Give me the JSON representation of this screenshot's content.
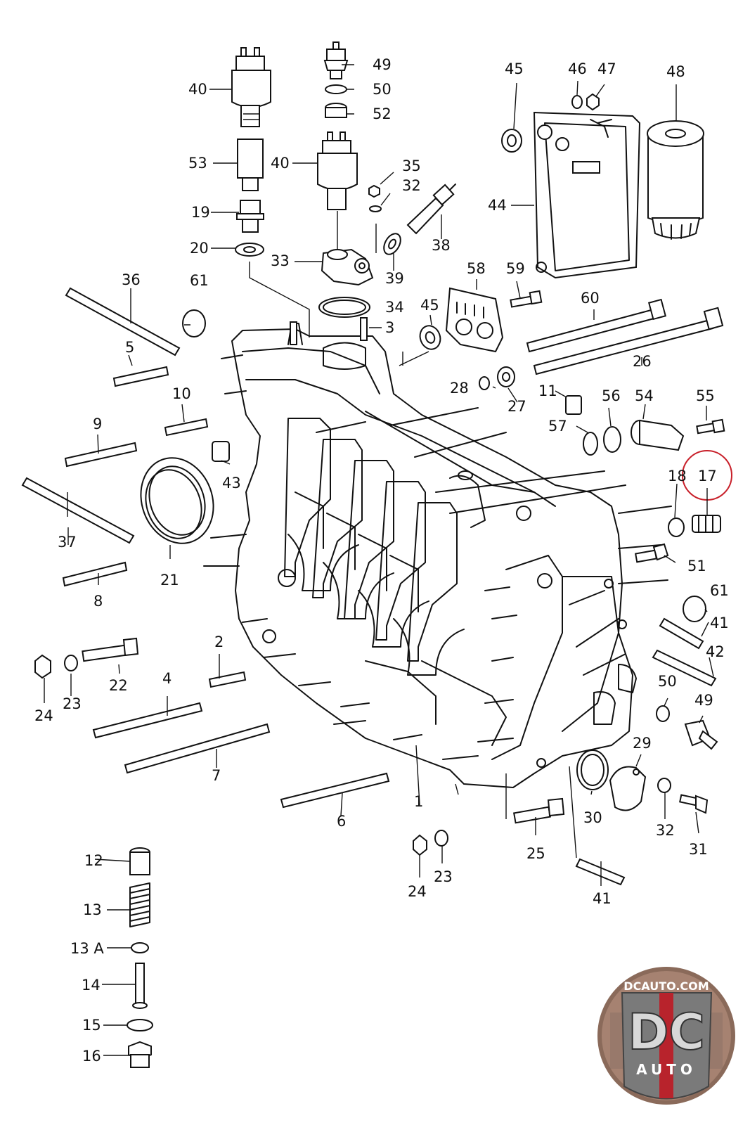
{
  "colors": {
    "line": "#111111",
    "highlight": "#c8202a",
    "logo_red": "#b8232c",
    "logo_grey": "#6e6e6e"
  },
  "highlighted_callout": "17",
  "logo": {
    "text_top": "DCAUTO.COM",
    "letters": "DC",
    "text_bottom": "AUTO"
  },
  "callouts": {
    "n1": "1",
    "n2": "2",
    "n3": "3",
    "n4": "4",
    "n5": "5",
    "n6": "6",
    "n7": "7",
    "n8": "8",
    "n9": "9",
    "n10": "10",
    "n11": "11",
    "n12": "12",
    "n13": "13",
    "n13a": "13 A",
    "n14": "14",
    "n15": "15",
    "n16": "16",
    "n17": "17",
    "n18": "18",
    "n19": "19",
    "n20": "20",
    "n21": "21",
    "n22": "22",
    "n23a": "23",
    "n23b": "23",
    "n24a": "24",
    "n24b": "24",
    "n25": "25",
    "n26": "26",
    "n27": "27",
    "n28": "28",
    "n29": "29",
    "n30": "30",
    "n31": "31",
    "n32a": "32",
    "n32b": "32",
    "n33": "33",
    "n34": "34",
    "n35": "35",
    "n36": "36",
    "n37": "37",
    "n38": "38",
    "n39": "39",
    "n40a": "40",
    "n40b": "40",
    "n41a": "41",
    "n41b": "41",
    "n42": "42",
    "n43": "43",
    "n44": "44",
    "n45a": "45",
    "n45b": "45",
    "n46": "46",
    "n47": "47",
    "n48": "48",
    "n49a": "49",
    "n49b": "49",
    "n50a": "50",
    "n50b": "50",
    "n51": "51",
    "n52": "52",
    "n53": "53",
    "n54": "54",
    "n55": "55",
    "n56": "56",
    "n57": "57",
    "n58": "58",
    "n59": "59",
    "n60": "60",
    "n61a": "61",
    "n61b": "61"
  }
}
